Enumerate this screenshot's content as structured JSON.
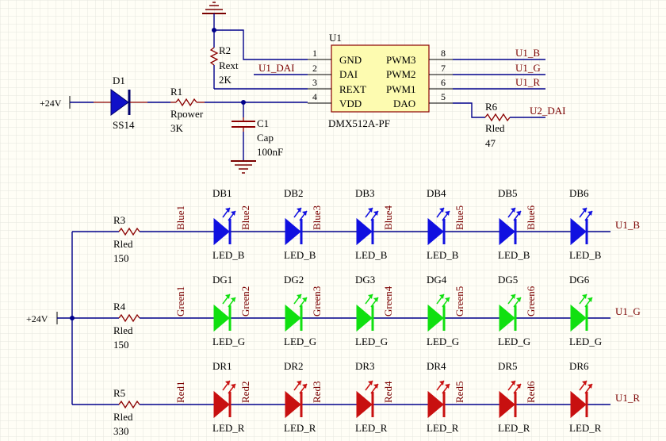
{
  "power": {
    "net_top": "+24V",
    "net_left": "+24V"
  },
  "d1": {
    "ref": "D1",
    "value": "SS14"
  },
  "r1": {
    "ref": "R1",
    "value": "Rpower",
    "value2": "3K"
  },
  "r2": {
    "ref": "R2",
    "value": "Rext",
    "value2": "2K"
  },
  "c1": {
    "ref": "C1",
    "value": "Cap",
    "value2": "100nF"
  },
  "r6": {
    "ref": "R6",
    "value": "Rled",
    "value2": "47"
  },
  "u1": {
    "ref": "U1",
    "part": "DMX512A-PF",
    "left_pins": [
      {
        "num": "1",
        "name": "GND"
      },
      {
        "num": "2",
        "name": "DAI"
      },
      {
        "num": "3",
        "name": "REXT"
      },
      {
        "num": "4",
        "name": "VDD"
      }
    ],
    "right_pins": [
      {
        "num": "8",
        "name": "PWM3"
      },
      {
        "num": "7",
        "name": "PWM2"
      },
      {
        "num": "6",
        "name": "PWM1"
      },
      {
        "num": "5",
        "name": "DAO"
      }
    ]
  },
  "nets": {
    "u1_dai": "U1_DAI",
    "u1_b": "U1_B",
    "u1_g": "U1_G",
    "u1_r": "U1_R",
    "u2_dai": "U2_DAI"
  },
  "rows": [
    {
      "color": "#1010e0",
      "label_color": "#1010e0",
      "res": {
        "ref": "R3",
        "value": "Rled",
        "value2": "150"
      },
      "first_net": "Blue1",
      "leds": [
        {
          "ref": "DB1",
          "value": "LED_B",
          "net": "Blue2"
        },
        {
          "ref": "DB2",
          "value": "LED_B",
          "net": "Blue3"
        },
        {
          "ref": "DB3",
          "value": "LED_B",
          "net": "Blue4"
        },
        {
          "ref": "DB4",
          "value": "LED_B",
          "net": "Blue5"
        },
        {
          "ref": "DB5",
          "value": "LED_B",
          "net": "Blue6"
        },
        {
          "ref": "DB6",
          "value": "LED_B",
          "net": ""
        }
      ],
      "end_net": "U1_B"
    },
    {
      "color": "#10e010",
      "label_color": "#10e010",
      "res": {
        "ref": "R4",
        "value": "Rled",
        "value2": "150"
      },
      "first_net": "Green1",
      "leds": [
        {
          "ref": "DG1",
          "value": "LED_G",
          "net": "Green2"
        },
        {
          "ref": "DG2",
          "value": "LED_G",
          "net": "Green3"
        },
        {
          "ref": "DG3",
          "value": "LED_G",
          "net": "Green4"
        },
        {
          "ref": "DG4",
          "value": "LED_G",
          "net": "Green5"
        },
        {
          "ref": "DG5",
          "value": "LED_G",
          "net": "Green6"
        },
        {
          "ref": "DG6",
          "value": "LED_G",
          "net": ""
        }
      ],
      "end_net": "U1_G"
    },
    {
      "color": "#c81010",
      "label_color": "#c81010",
      "res": {
        "ref": "R5",
        "value": "Rled",
        "value2": "330"
      },
      "first_net": "Red1",
      "leds": [
        {
          "ref": "DR1",
          "value": "LED_R",
          "net": "Red2"
        },
        {
          "ref": "DR2",
          "value": "LED_R",
          "net": "Red3"
        },
        {
          "ref": "DR3",
          "value": "LED_R",
          "net": "Red4"
        },
        {
          "ref": "DR4",
          "value": "LED_R",
          "net": "Red5"
        },
        {
          "ref": "DR5",
          "value": "LED_R",
          "net": "Red6"
        },
        {
          "ref": "DR6",
          "value": "LED_R",
          "net": ""
        }
      ],
      "end_net": "U1_R"
    }
  ],
  "colors": {
    "wire": "#00008b",
    "pin": "#8b0000",
    "grid": "#e6e6df",
    "background": "#fffef6",
    "net_label": "#7a0000"
  }
}
